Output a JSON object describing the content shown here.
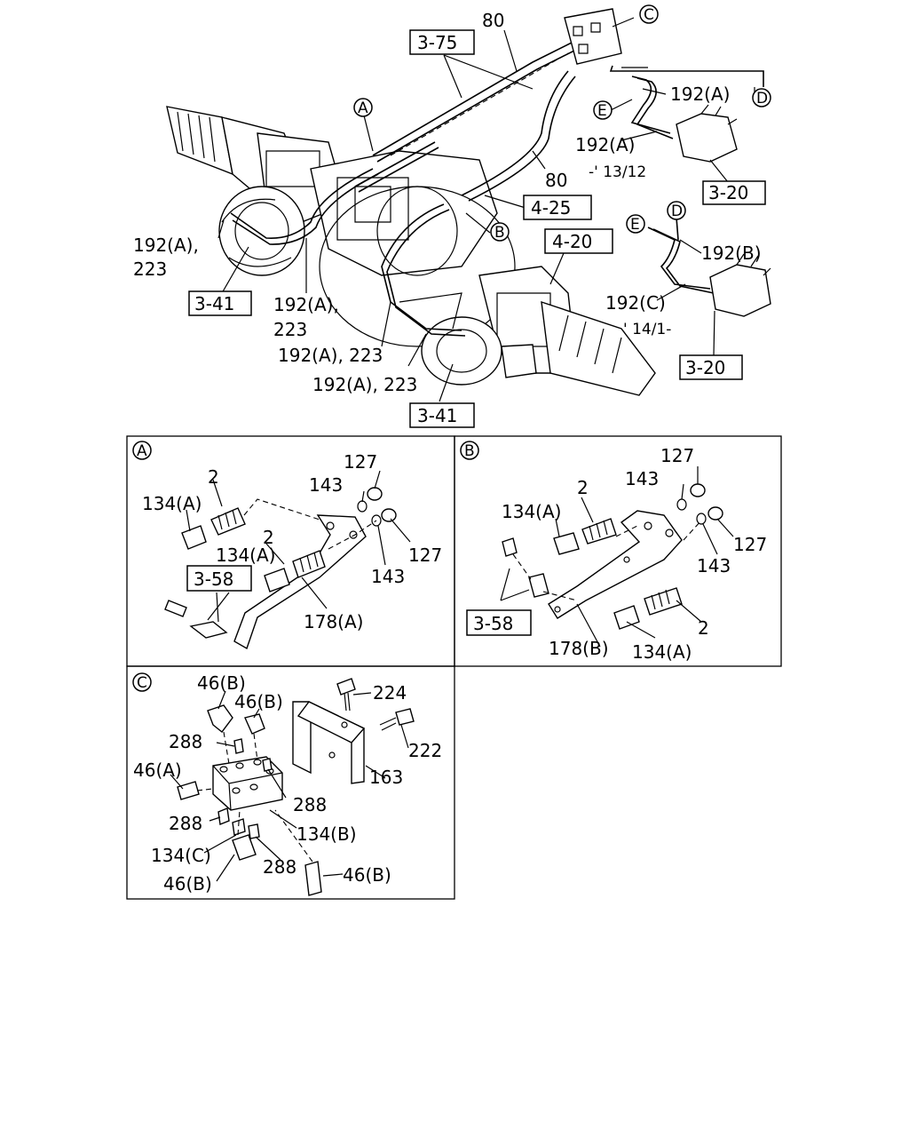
{
  "main": {
    "labels": {
      "n80_top": "80",
      "n80_bottom": "80",
      "ref_3_75": "3-75",
      "ref_4_25": "4-25",
      "ref_4_20": "4-20",
      "ref_3_41_left": "3-41",
      "ref_3_41_bottom": "3-41",
      "ref_3_20_top": "3-20",
      "ref_3_20_bottom": "3-20",
      "c192A_top": "192(A)",
      "c192A_mid": "192(A)",
      "date_13_12": "-' 13/12",
      "c192B": "192(B)",
      "c192C": "192(C)",
      "date_14_1": "' 14/1-",
      "c192A_223_left_1": "192(A),",
      "c192A_223_left_2": "223",
      "c192A_223_center_1": "192(A),",
      "c192A_223_center_2": "223",
      "c192A_223_row1": "192(A), 223",
      "c192A_223_row2": "192(A), 223"
    },
    "callouts": {
      "A": "A",
      "B": "B",
      "C": "C",
      "D": "D",
      "E": "E",
      "D2": "D",
      "E2": "E"
    }
  },
  "panel_a": {
    "letter": "A",
    "labels": {
      "n2_top": "2",
      "n134A_top": "134(A)",
      "n143_top": "143",
      "n127_top": "127",
      "n2_mid": "2",
      "n134A_mid": "134(A)",
      "n127_right": "127",
      "n143_bottom": "143",
      "ref_3_58": "3-58",
      "n178A": "178(A)"
    }
  },
  "panel_b": {
    "letter": "B",
    "labels": {
      "n127_top": "127",
      "n143_top": "143",
      "n2_top": "2",
      "n134A_top": "134(A)",
      "n127_right": "127",
      "n143_right": "143",
      "ref_3_58": "3-58",
      "n178B": "178(B)",
      "n134A_bottom": "134(A)",
      "n2_bottom": "2"
    }
  },
  "panel_c": {
    "letter": "C",
    "labels": {
      "n46B_1": "46(B)",
      "n46B_2": "46(B)",
      "n224": "224",
      "n222": "222",
      "n288_1": "288",
      "n46A": "46(A)",
      "n163": "163",
      "n288_2": "288",
      "n288_3": "288",
      "n134B": "134(B)",
      "n134C": "134(C)",
      "n46B_3": "46(B)",
      "n288_4": "288",
      "n46B_4": "46(B)"
    }
  }
}
